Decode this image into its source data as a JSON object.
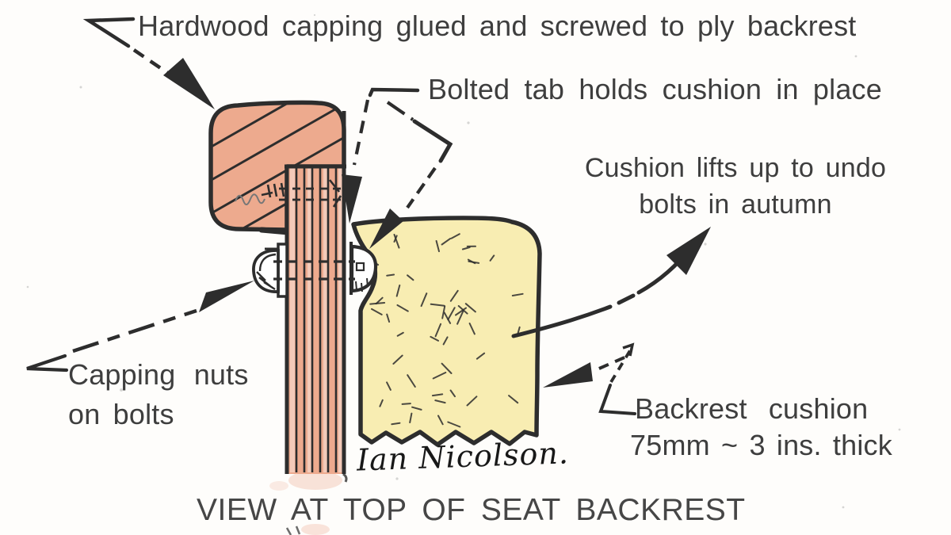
{
  "title": "VIEW AT TOP OF SEAT BACKREST",
  "signature": "Ian Nicolson.",
  "labels": {
    "hardwood": "Hardwood capping glued and screwed to ply backrest",
    "bolted_tab": "Bolted tab holds cushion in place",
    "cushion_lifts_line1": "Cushion lifts up to undo",
    "cushion_lifts_line2": "bolts in autumn",
    "capping_nuts_line1": "Capping nuts",
    "capping_nuts_line2": "on bolts",
    "backrest_line1": "Backrest cushion",
    "backrest_line2": "75mm ~ 3 ins. thick"
  },
  "colors": {
    "wood": "#edaa8e",
    "wood_light": "#f2c1a9",
    "cushion": "#f8edb2",
    "ink": "#2d2d2d",
    "pencil": "#777777",
    "text": "#3e3e3e",
    "paper": "#fefdfb"
  }
}
